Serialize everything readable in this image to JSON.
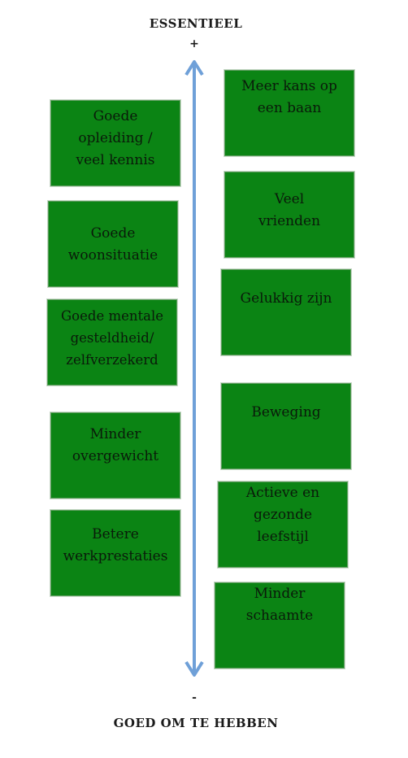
{
  "axis": {
    "top_label": "ESSENTIEEL",
    "top_sign": "+",
    "bottom_sign": "-",
    "bottom_label": "GOED OM TE HEBBEN",
    "arrow_color": "#6fa0d8",
    "box_color": "#0b8414"
  },
  "left_boxes": [
    {
      "text": "Goede\nopleiding /\nveel kennis"
    },
    {
      "text": "Goede\nwoonsituatie"
    },
    {
      "text": "Goede mentale\ngesteldheid/\nzelfverzekerd"
    },
    {
      "text": "Minder\novergewicht"
    },
    {
      "text": "Betere\nwerkprestaties"
    }
  ],
  "right_boxes": [
    {
      "text": "Meer kans op\neen baan"
    },
    {
      "text": "Veel\nvrienden"
    },
    {
      "text": "Gelukkig zijn"
    },
    {
      "text": "Beweging"
    },
    {
      "text": "Actieve en\ngezonde\nleefstijl"
    },
    {
      "text": "Minder\nschaamte"
    }
  ]
}
